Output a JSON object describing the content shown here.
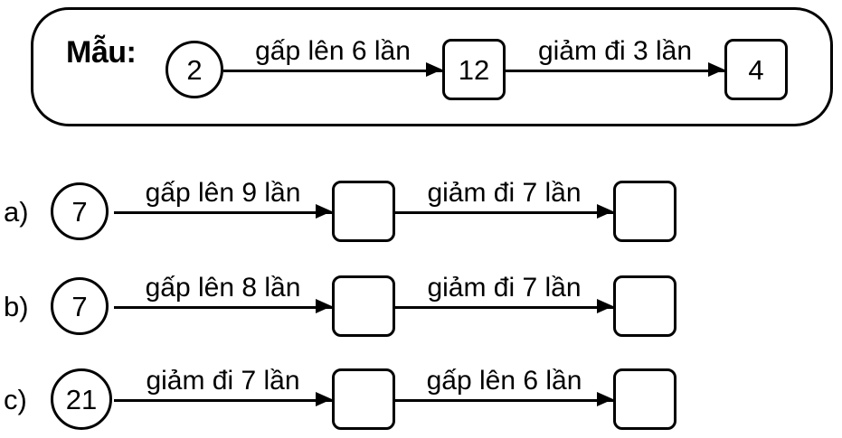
{
  "worksheet": {
    "example": {
      "label": "Mẫu:",
      "start_value": "2",
      "steps": [
        {
          "operation": "gấp lên 6 lần",
          "result": "12"
        },
        {
          "operation": "giảm đi 3 lần",
          "result": "4"
        }
      ]
    },
    "exercises": [
      {
        "label": "a)",
        "start_value": "7",
        "steps": [
          {
            "operation": "gấp lên 9 lần",
            "result": ""
          },
          {
            "operation": "giảm đi 7 lần",
            "result": ""
          }
        ]
      },
      {
        "label": "b)",
        "start_value": "7",
        "steps": [
          {
            "operation": "gấp lên 8 lần",
            "result": ""
          },
          {
            "operation": "giảm đi 7 lần",
            "result": ""
          }
        ]
      },
      {
        "label": "c)",
        "start_value": "21",
        "steps": [
          {
            "operation": "giảm đi 7 lần",
            "result": ""
          },
          {
            "operation": "gấp lên 6 lần",
            "result": ""
          }
        ]
      }
    ],
    "colors": {
      "ink": "#000000",
      "paper": "#ffffff"
    }
  }
}
